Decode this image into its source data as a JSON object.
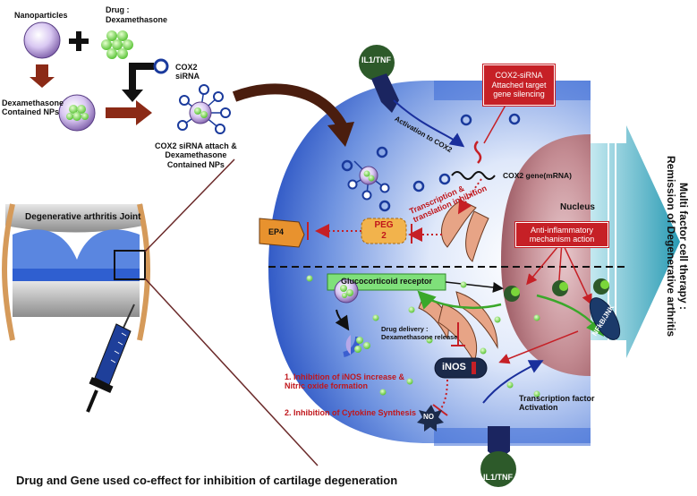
{
  "top_left": {
    "nanoparticles": "Nanoparticles",
    "drug_prefix": "Drug :",
    "drug_name": "Dexamethasone",
    "dex_nps": "Dexamethasone\nContained NPs",
    "cox2_sirna": "COX2\nsiRNA",
    "attached": "COX2 siRNA attach &\nDexamethasone\nContained NPs"
  },
  "joint": {
    "title": "Degenerative arthritis Joint"
  },
  "cell": {
    "il1_top": "IL1/TNF",
    "il1_bottom": "IL1/TNF",
    "activation": "Activation to COX2",
    "cox2_sirna_box": "COX2-siRNA\nAttached target\ngene silencing",
    "cox2_gene": "COX2 gene(mRNA)",
    "nucleus": "Nucleus",
    "transcription_inhibition": "Transcription &\ntranslation inhibition",
    "ep4": "EP4",
    "peg2": "PEG\n2",
    "anti_inflammatory": "Anti-inflammatory\nmechanism action",
    "glucocorticoid": "Glucocorticoid receptor",
    "drug_delivery": "Drug delivery :\nDexamethasone release",
    "inos": "iNOS",
    "nfkb": "NFkB/JNK",
    "no": "NO",
    "inhibition1": "1. Inhibition of iNOS increase &\nNitric oxide formation",
    "inhibition2": "2. Inhibition of Cytokine Synthesis",
    "transcription_factor": "Transcription factor\nActivation"
  },
  "side_title": "Multi factor cell therapy :\nRemission of Degenerative arthritis",
  "bottom_caption": "Drug and Gene used co-effect for inhibition of cartilage degeneration",
  "colors": {
    "cell_blue": "#2f5fd0",
    "nucleus": "#b46a72",
    "red": "#c62026",
    "green": "#7ad63a",
    "dark_green": "#2f5a2a",
    "arrow_brown": "#6b2a14",
    "cyan_arrow": "#3aaec4"
  }
}
